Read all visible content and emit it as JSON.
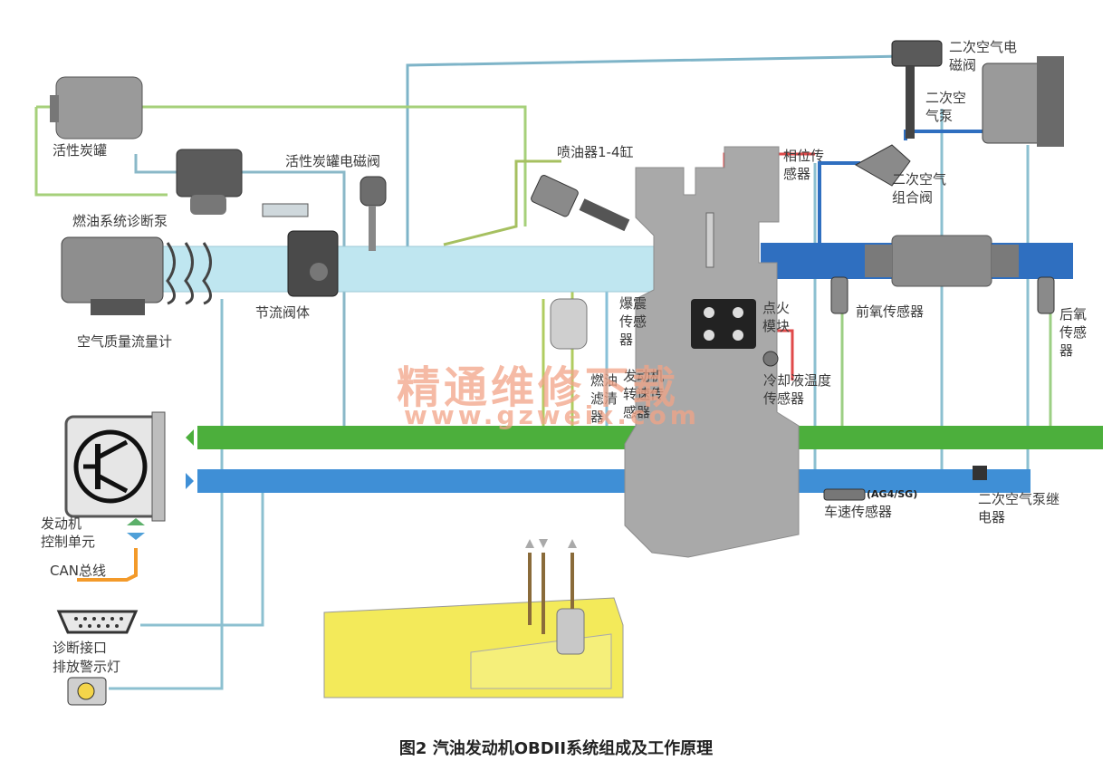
{
  "labels": {
    "carbon_canister": "活性炭罐",
    "fuel_diag_pump": "燃油系统诊断泵",
    "canister_valve": "活性炭罐电磁阀",
    "injector": "喷油器1-4缸",
    "secondary_air_solenoid": "二次空气电\n磁阀",
    "secondary_air_pump": "二次空\n气泵",
    "phase_sensor": "相位传\n感器",
    "secondary_air_combo_valve": "二次空气\n组合阀",
    "throttle_body": "节流阀体",
    "maf": "空气质量流量计",
    "knock_sensor": "爆震\n传感\n器",
    "ignition_module": "点火\n模块",
    "front_o2": "前氧传感器",
    "rear_o2": "后氧\n传感\n器",
    "fuel_filter": "燃油\n滤清\n器",
    "engine_speed_sensor": "发动机\n转速传\n感器",
    "coolant_temp_sensor": "冷却液温度\n传感器",
    "speed_sensor_tag": "(AG4/SG)",
    "vehicle_speed_sensor": "车速传感器",
    "secondary_air_relay": "二次空气泵继\n电器",
    "ecu": "发动机\n控制单元",
    "can_bus": "CAN总线",
    "diag_port": "诊断接口",
    "mil_lamp": "排放警示灯"
  },
  "watermark": {
    "cn": "精通维修下载",
    "url": "www.gzweix.com"
  },
  "caption": "图2  汽油发动机OBDII系统组成及工作原理",
  "colors": {
    "intake": "#bfe6f0",
    "exhaust": "#2f6fc0",
    "green_bus": "#4caf3c",
    "blue_bus": "#3f8fd6",
    "engine": "#a9a9a9",
    "fuel_tank": "#f3ea5a",
    "wire_green": "#9ed27e",
    "wire_blue": "#78b6d8",
    "orange": "#f39a2a"
  }
}
